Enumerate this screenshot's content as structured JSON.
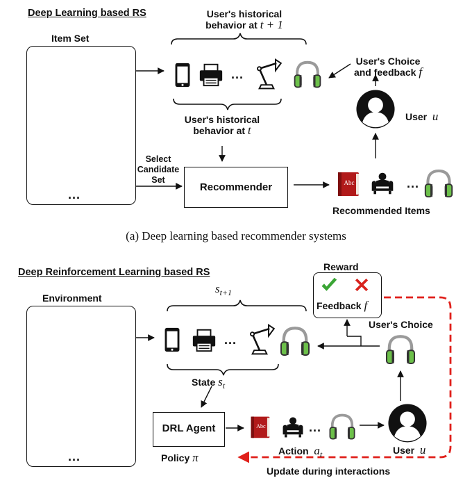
{
  "top": {
    "section_title": "Deep Learning based RS",
    "item_set_title": "Item Set",
    "hist_t1_line1": "User's historical",
    "hist_t1_line2": "behavior at",
    "hist_t1_math": "t + 1",
    "hist_t_line1": "User's historical",
    "hist_t_line2": "behavior at",
    "hist_t_math": "t",
    "choice_line1": "User's Choice",
    "choice_line2": "and feedback",
    "choice_math": "f",
    "user_label": "User",
    "user_math": "u",
    "select_line1": "Select",
    "select_line2": "Candidate",
    "select_line3": "Set",
    "recommender": "Recommender",
    "recommended_items": "Recommended Items",
    "ellipsis": "...",
    "book_text": "Abc"
  },
  "caption": "(a) Deep learning based recommender systems",
  "bottom": {
    "section_title": "Deep Reinforcement Learning based RS",
    "environment_title": "Environment",
    "state_next": "s",
    "state_next_sub": "t+1",
    "state_label": "State",
    "state_math": "s",
    "state_sub": "t",
    "reward_title": "Reward",
    "feedback_label": "Feedback",
    "feedback_math": "f",
    "users_choice": "User's Choice",
    "agent": "DRL Agent",
    "policy_label": "Policy",
    "policy_math": "π",
    "action_label": "Action",
    "action_math": "a",
    "action_sub": "t",
    "user_label": "User",
    "user_math": "u",
    "update_label": "Update during interactions",
    "ellipsis": "...",
    "book_text": "Abc"
  },
  "icons": [
    "lotion-bottle-icon",
    "tshirt-icon",
    "book-icon",
    "hanger-icon",
    "boot-icon",
    "computer-icon",
    "towel-icon",
    "film-icon",
    "tablet-icon",
    "armchair-icon",
    "car-icon",
    "teacup-icon",
    "smartphone-icon",
    "printer-icon",
    "desk-lamp-icon",
    "headphones-icon",
    "user-avatar-icon",
    "checkmark-icon",
    "cross-icon"
  ],
  "colors": {
    "book_red": "#b11a1a",
    "headphone_green": "#6cc04a",
    "feedback_dash_red": "#e0201b",
    "check_green": "#3aa535",
    "cross_red": "#d8221c"
  }
}
